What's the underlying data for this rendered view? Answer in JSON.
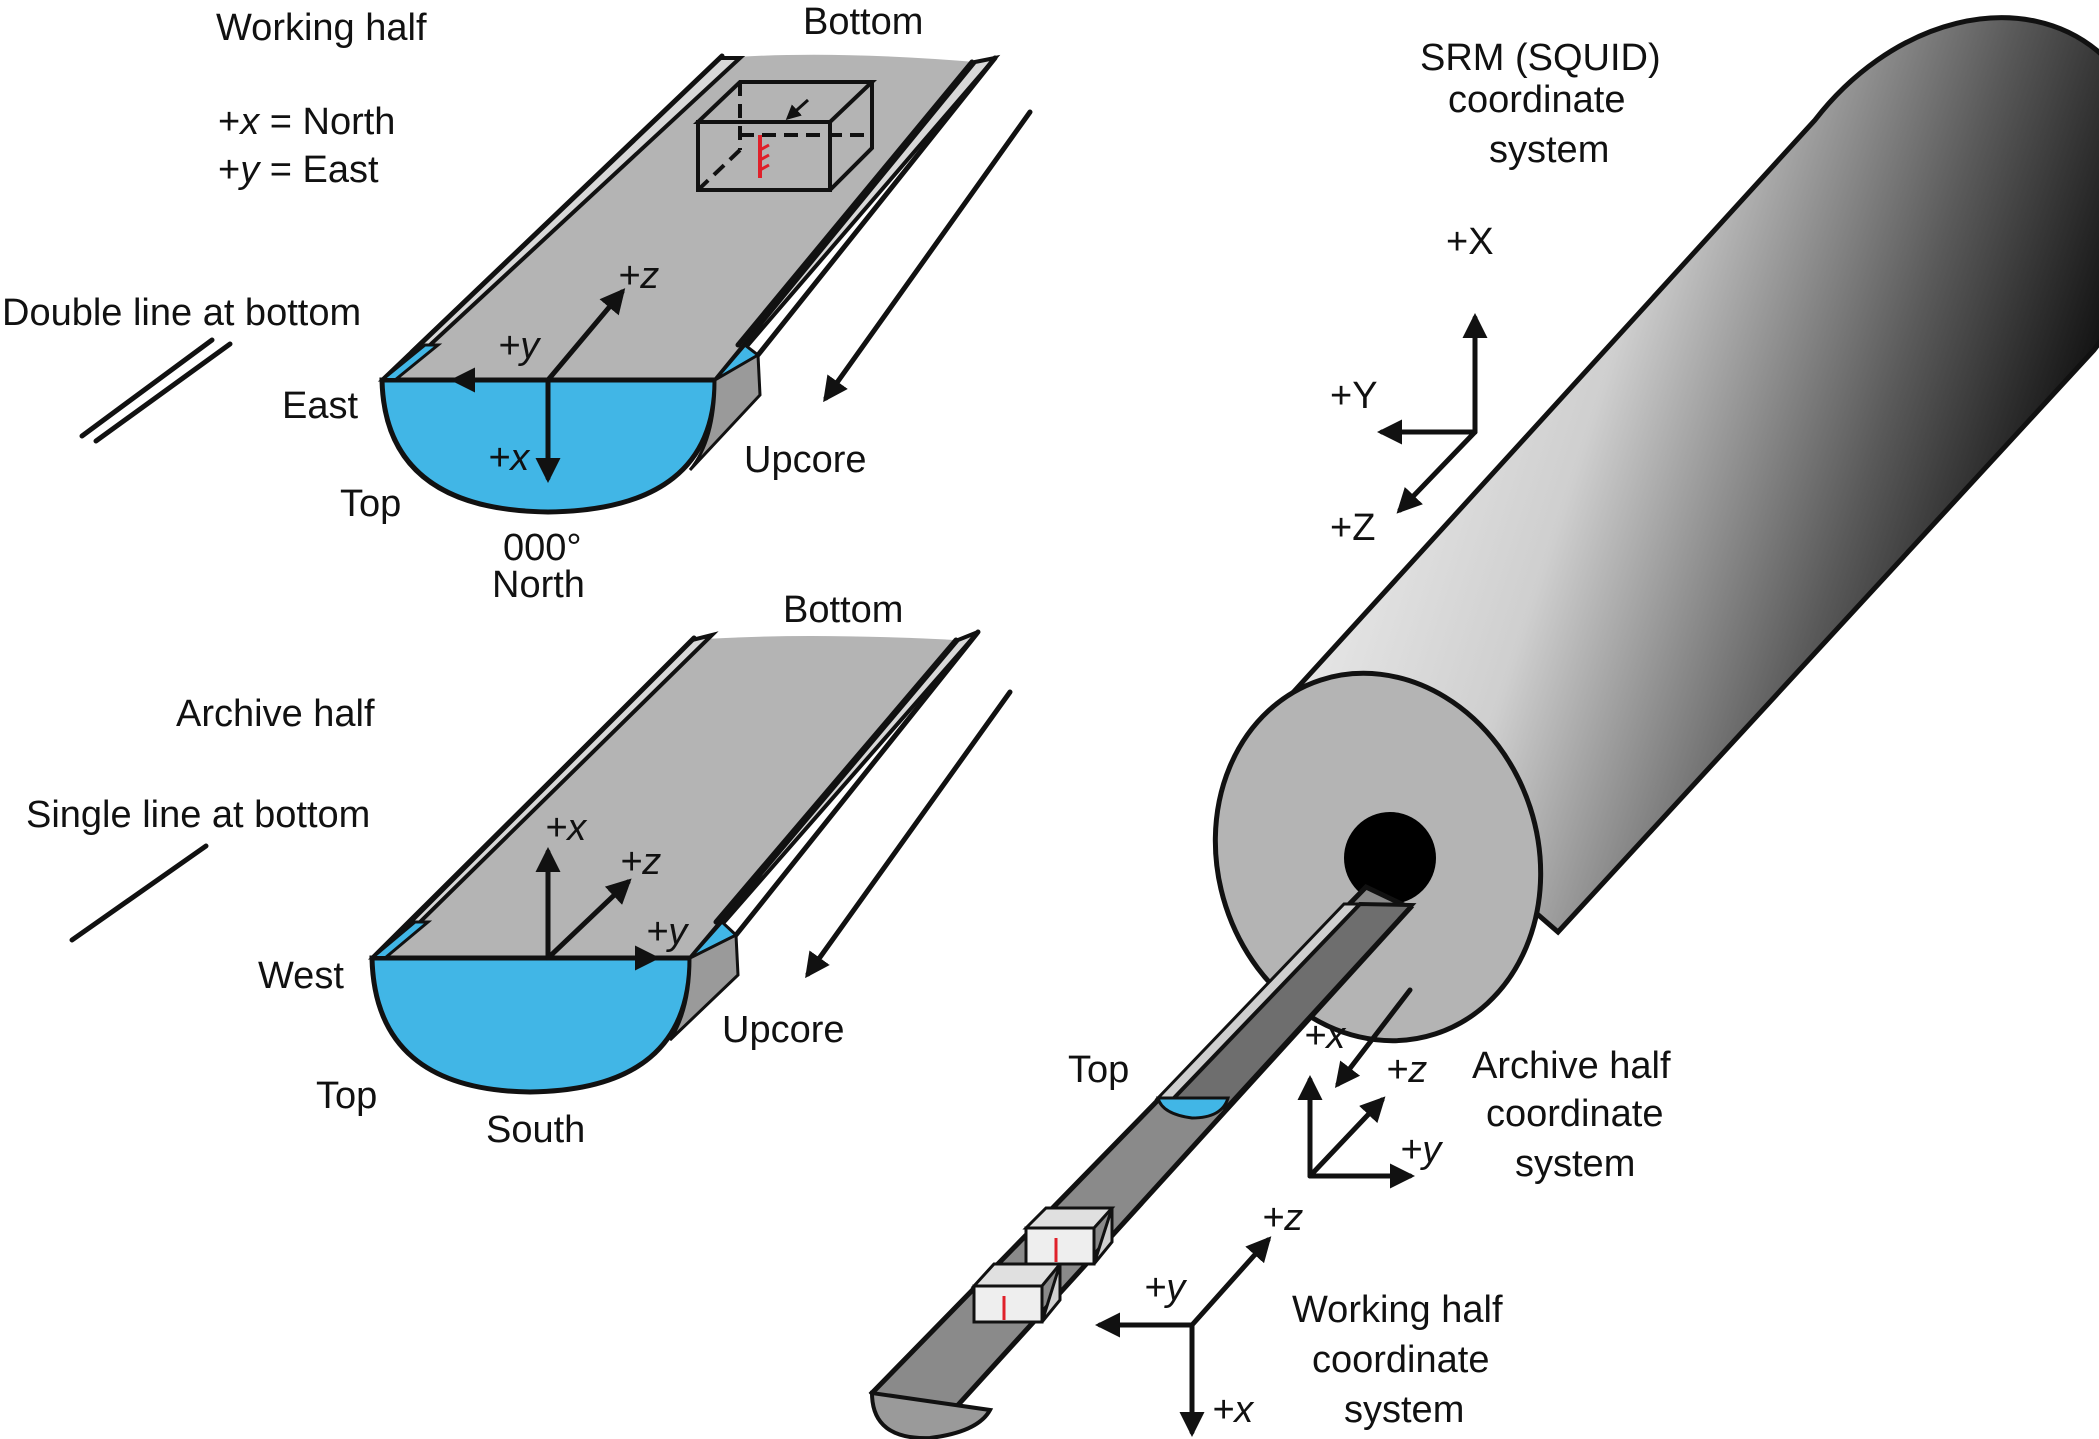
{
  "working_half": {
    "title": "Working half",
    "x_def": {
      "sign": "+",
      "axis": "x",
      "rest": " = North"
    },
    "y_def": {
      "sign": "+",
      "axis": "y",
      "rest": " = East"
    },
    "marker_text": "Double line at bottom",
    "bottom": "Bottom",
    "upcore": "Upcore",
    "east": "East",
    "top": "Top",
    "degree": "000°",
    "north": "North",
    "axis_x": "+x",
    "axis_y": "+y",
    "axis_z": "+z"
  },
  "archive_half": {
    "title": "Archive half",
    "marker_text": "Single line at bottom",
    "bottom": "Bottom",
    "upcore": "Upcore",
    "west": "West",
    "top": "Top",
    "south": "South",
    "axis_x": "+x",
    "axis_y": "+y",
    "axis_z": "+z"
  },
  "srm": {
    "title_lines": [
      "SRM (SQUID)",
      "coordinate",
      "system"
    ],
    "axis_X": "+X",
    "axis_Y": "+Y",
    "axis_Z": "+Z",
    "tray_top": "Top",
    "archive_coord": {
      "lines": [
        "Archive half",
        "coordinate",
        "system"
      ],
      "axis_x": "+x",
      "axis_y": "+y",
      "axis_z": "+z"
    },
    "working_coord": {
      "lines": [
        "Working half",
        "coordinate",
        "system"
      ],
      "axis_x": "+x",
      "axis_y": "+y",
      "axis_z": "+z"
    }
  },
  "colors": {
    "core_gray": "#b4b4b4",
    "liner_light": "#d8d8d8",
    "water_blue": "#41b6e6",
    "tray_gray": "#8a8a8a",
    "red_mark": "#e0202a"
  }
}
